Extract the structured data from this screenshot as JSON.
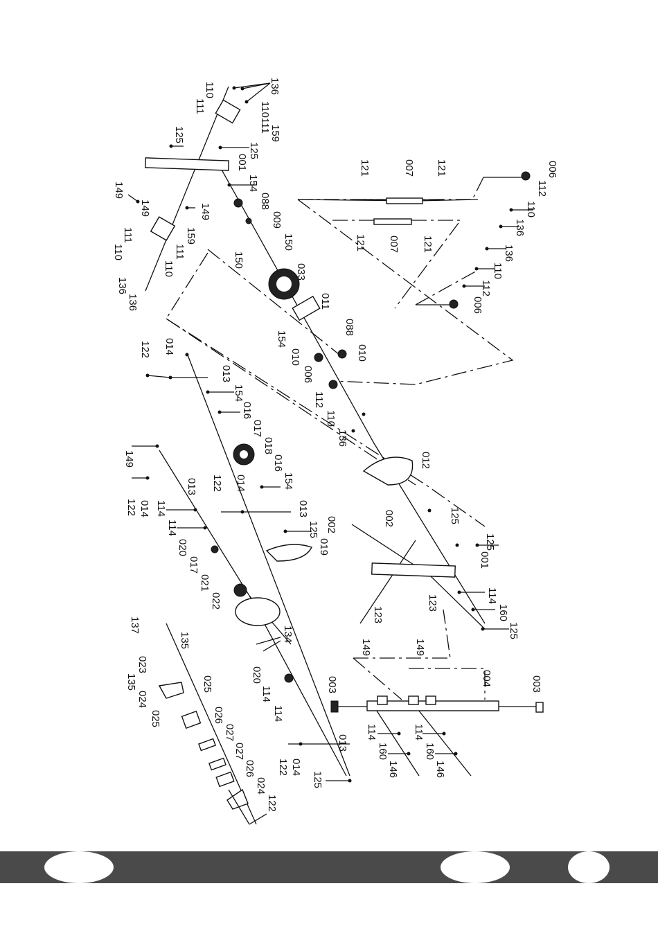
{
  "diagram": {
    "labels": [
      "136",
      "110",
      "111",
      "110",
      "111",
      "159",
      "125",
      "125",
      "001",
      "149",
      "154",
      "088",
      "149",
      "009",
      "111",
      "159",
      "150",
      "110",
      "111",
      "150",
      "110",
      "136",
      "136",
      "033",
      "011",
      "154",
      "088",
      "010",
      "010",
      "006",
      "112",
      "110",
      "136",
      "012",
      "122",
      "014",
      "149",
      "013",
      "154",
      "016",
      "017",
      "018",
      "016",
      "154",
      "149",
      "013",
      "014",
      "122",
      "122",
      "014",
      "013",
      "114",
      "114",
      "020",
      "017",
      "021",
      "022",
      "125",
      "019",
      "137",
      "135",
      "023",
      "135",
      "024",
      "025",
      "025",
      "026",
      "027",
      "027",
      "026",
      "024",
      "122",
      "134",
      "020",
      "114",
      "114",
      "013",
      "122",
      "014",
      "125",
      "121",
      "007",
      "121",
      "006",
      "112",
      "110",
      "136",
      "121",
      "007",
      "121",
      "136",
      "110",
      "112",
      "006",
      "002",
      "002",
      "125",
      "125",
      "001",
      "114",
      "160",
      "125",
      "123",
      "123",
      "149",
      "149",
      "003",
      "004",
      "003",
      "114",
      "160",
      "146",
      "114",
      "160",
      "146"
    ]
  }
}
